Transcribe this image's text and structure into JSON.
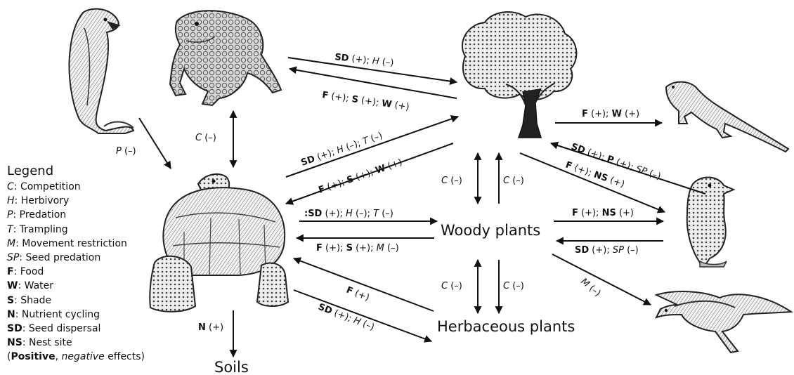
{
  "nodes": {
    "woody_plants": "Woody plants",
    "herbaceous_plants": "Herbaceous plants",
    "soils": "Soils"
  },
  "edges": [
    {
      "id": "iguana-to-tree",
      "parts": [
        {
          "t": "SD",
          "s": "b"
        },
        {
          "t": " (+); ",
          "s": "n"
        },
        {
          "t": "H",
          "s": "i"
        },
        {
          "t": " (–)",
          "s": "n"
        }
      ]
    },
    {
      "id": "tree-to-iguana",
      "parts": [
        {
          "t": "F",
          "s": "b"
        },
        {
          "t": " (+); ",
          "s": "n"
        },
        {
          "t": "S",
          "s": "b"
        },
        {
          "t": " (+); ",
          "s": "n"
        },
        {
          "t": "W",
          "s": "b"
        },
        {
          "t": " (+)",
          "s": "n"
        }
      ]
    },
    {
      "id": "iguana-tortoise",
      "parts": [
        {
          "t": "C",
          "s": "i"
        },
        {
          "t": " (–)",
          "s": "n"
        }
      ]
    },
    {
      "id": "hawk-to-tortoise",
      "parts": [
        {
          "t": "P",
          "s": "i"
        },
        {
          "t": " (–)",
          "s": "n"
        }
      ]
    },
    {
      "id": "tortoise-to-tree",
      "parts": [
        {
          "t": "SD",
          "s": "b"
        },
        {
          "t": " (+); ",
          "s": "n"
        },
        {
          "t": "H",
          "s": "i"
        },
        {
          "t": " (–); ",
          "s": "n"
        },
        {
          "t": "T",
          "s": "i"
        },
        {
          "t": " (–)",
          "s": "n"
        }
      ]
    },
    {
      "id": "tree-to-tortoise",
      "parts": [
        {
          "t": "F",
          "s": "b"
        },
        {
          "t": " (+); ",
          "s": "n"
        },
        {
          "t": "S",
          "s": "b"
        },
        {
          "t": " (+); ",
          "s": "n"
        },
        {
          "t": "W",
          "s": "b"
        },
        {
          "t": " (+)",
          "s": "n"
        }
      ]
    },
    {
      "id": "tortoise-to-woody",
      "parts": [
        {
          "t": ":SD",
          "s": "b"
        },
        {
          "t": " (+); ",
          "s": "n"
        },
        {
          "t": "H",
          "s": "i"
        },
        {
          "t": " (–); ",
          "s": "n"
        },
        {
          "t": "T",
          "s": "i"
        },
        {
          "t": " (–)",
          "s": "n"
        }
      ]
    },
    {
      "id": "woody-to-tortoise",
      "parts": [
        {
          "t": "F",
          "s": "b"
        },
        {
          "t": " (+); ",
          "s": "n"
        },
        {
          "t": "S",
          "s": "b"
        },
        {
          "t": " (+); ",
          "s": "n"
        },
        {
          "t": "M",
          "s": "i"
        },
        {
          "t": " (–)",
          "s": "n"
        }
      ]
    },
    {
      "id": "herb-to-tortoise",
      "parts": [
        {
          "t": "F",
          "s": "b"
        },
        {
          "t": " (+)",
          "s": "n"
        }
      ]
    },
    {
      "id": "tortoise-to-herb",
      "parts": [
        {
          "t": "SD",
          "s": "b"
        },
        {
          "t": " (+); ",
          "s": "n"
        },
        {
          "t": "H",
          "s": "i"
        },
        {
          "t": " (–)",
          "s": "n"
        }
      ]
    },
    {
      "id": "tortoise-to-soils",
      "parts": [
        {
          "t": "N",
          "s": "b"
        },
        {
          "t": " (+)",
          "s": "n"
        }
      ]
    },
    {
      "id": "tree-woody-up",
      "parts": [
        {
          "t": "C",
          "s": "i"
        },
        {
          "t": " (–)",
          "s": "n"
        }
      ]
    },
    {
      "id": "tree-woody-both",
      "parts": [
        {
          "t": "C",
          "s": "i"
        },
        {
          "t": " (–)",
          "s": "n"
        }
      ]
    },
    {
      "id": "woody-herb-both",
      "parts": [
        {
          "t": "C",
          "s": "i"
        },
        {
          "t": " (–)",
          "s": "n"
        }
      ]
    },
    {
      "id": "woody-herb-down",
      "parts": [
        {
          "t": "C",
          "s": "i"
        },
        {
          "t": " (–)",
          "s": "n"
        }
      ]
    },
    {
      "id": "tree-to-lizard",
      "parts": [
        {
          "t": "F",
          "s": "b"
        },
        {
          "t": " (+); ",
          "s": "n"
        },
        {
          "t": "W",
          "s": "b"
        },
        {
          "t": " (+)",
          "s": "n"
        }
      ]
    },
    {
      "id": "finch-to-tree",
      "parts": [
        {
          "t": "SD",
          "s": "b"
        },
        {
          "t": " (+); ",
          "s": "n"
        },
        {
          "t": "P",
          "s": "b"
        },
        {
          "t": " (+); ",
          "s": "n"
        },
        {
          "t": "SP",
          "s": "i"
        },
        {
          "t": " (–)",
          "s": "n"
        }
      ]
    },
    {
      "id": "tree-to-finch",
      "parts": [
        {
          "t": "F",
          "s": "b"
        },
        {
          "t": " (+); ",
          "s": "n"
        },
        {
          "t": "NS",
          "s": "b"
        },
        {
          "t": " (+)",
          "s": "n"
        }
      ]
    },
    {
      "id": "woody-to-finch",
      "parts": [
        {
          "t": "F",
          "s": "b"
        },
        {
          "t": " (+); ",
          "s": "n"
        },
        {
          "t": "NS",
          "s": "b"
        },
        {
          "t": " (+)",
          "s": "n"
        }
      ]
    },
    {
      "id": "finch-to-woody",
      "parts": [
        {
          "t": "SD",
          "s": "b"
        },
        {
          "t": " (+); ",
          "s": "n"
        },
        {
          "t": "SP",
          "s": "i"
        },
        {
          "t": " (–)",
          "s": "n"
        }
      ]
    },
    {
      "id": "woody-to-albatross",
      "parts": [
        {
          "t": "M",
          "s": "i"
        },
        {
          "t": " (–)",
          "s": "n"
        }
      ]
    }
  ],
  "legend": {
    "title": "Legend",
    "items": [
      {
        "sym": "C",
        "style": "i",
        "sep": ": ",
        "text": "Competition"
      },
      {
        "sym": "H",
        "style": "i",
        "sep": ": ",
        "text": "Herbivory"
      },
      {
        "sym": "P",
        "style": "i",
        "sep": ": ",
        "text": "Predation"
      },
      {
        "sym": "T",
        "style": "i",
        "sep": ": ",
        "text": "Trampling"
      },
      {
        "sym": "M",
        "style": "i",
        "sep": ":  ",
        "text": "Movement restriction"
      },
      {
        "sym": "SP",
        "style": "i",
        "sep": ": ",
        "text": "Seed predation"
      },
      {
        "sym": "F",
        "style": "b",
        "sep": ": ",
        "text": "Food"
      },
      {
        "sym": "W",
        "style": "b",
        "sep": ": ",
        "text": "Water"
      },
      {
        "sym": "S",
        "style": "b",
        "sep": ": ",
        "text": "Shade"
      },
      {
        "sym": "N",
        "style": "b",
        "sep": ": ",
        "text": "Nutrient cycling"
      },
      {
        "sym": "SD",
        "style": "b",
        "sep": ": ",
        "text": "Seed dispersal"
      },
      {
        "sym": "NS",
        "style": "b",
        "sep": ": ",
        "text": "Nest site"
      }
    ],
    "footer": {
      "open": "(",
      "positive": "Positive",
      "mid": ", ",
      "negative": "negative",
      "close": " effects)"
    }
  },
  "icons": [
    "hawk-icon",
    "land-iguana-icon",
    "giant-tortoise-icon",
    "opuntia-tree-icon",
    "lava-lizard-icon",
    "finch-icon",
    "albatross-icon"
  ],
  "colors": {
    "line": "#111111",
    "background": "#ffffff"
  }
}
